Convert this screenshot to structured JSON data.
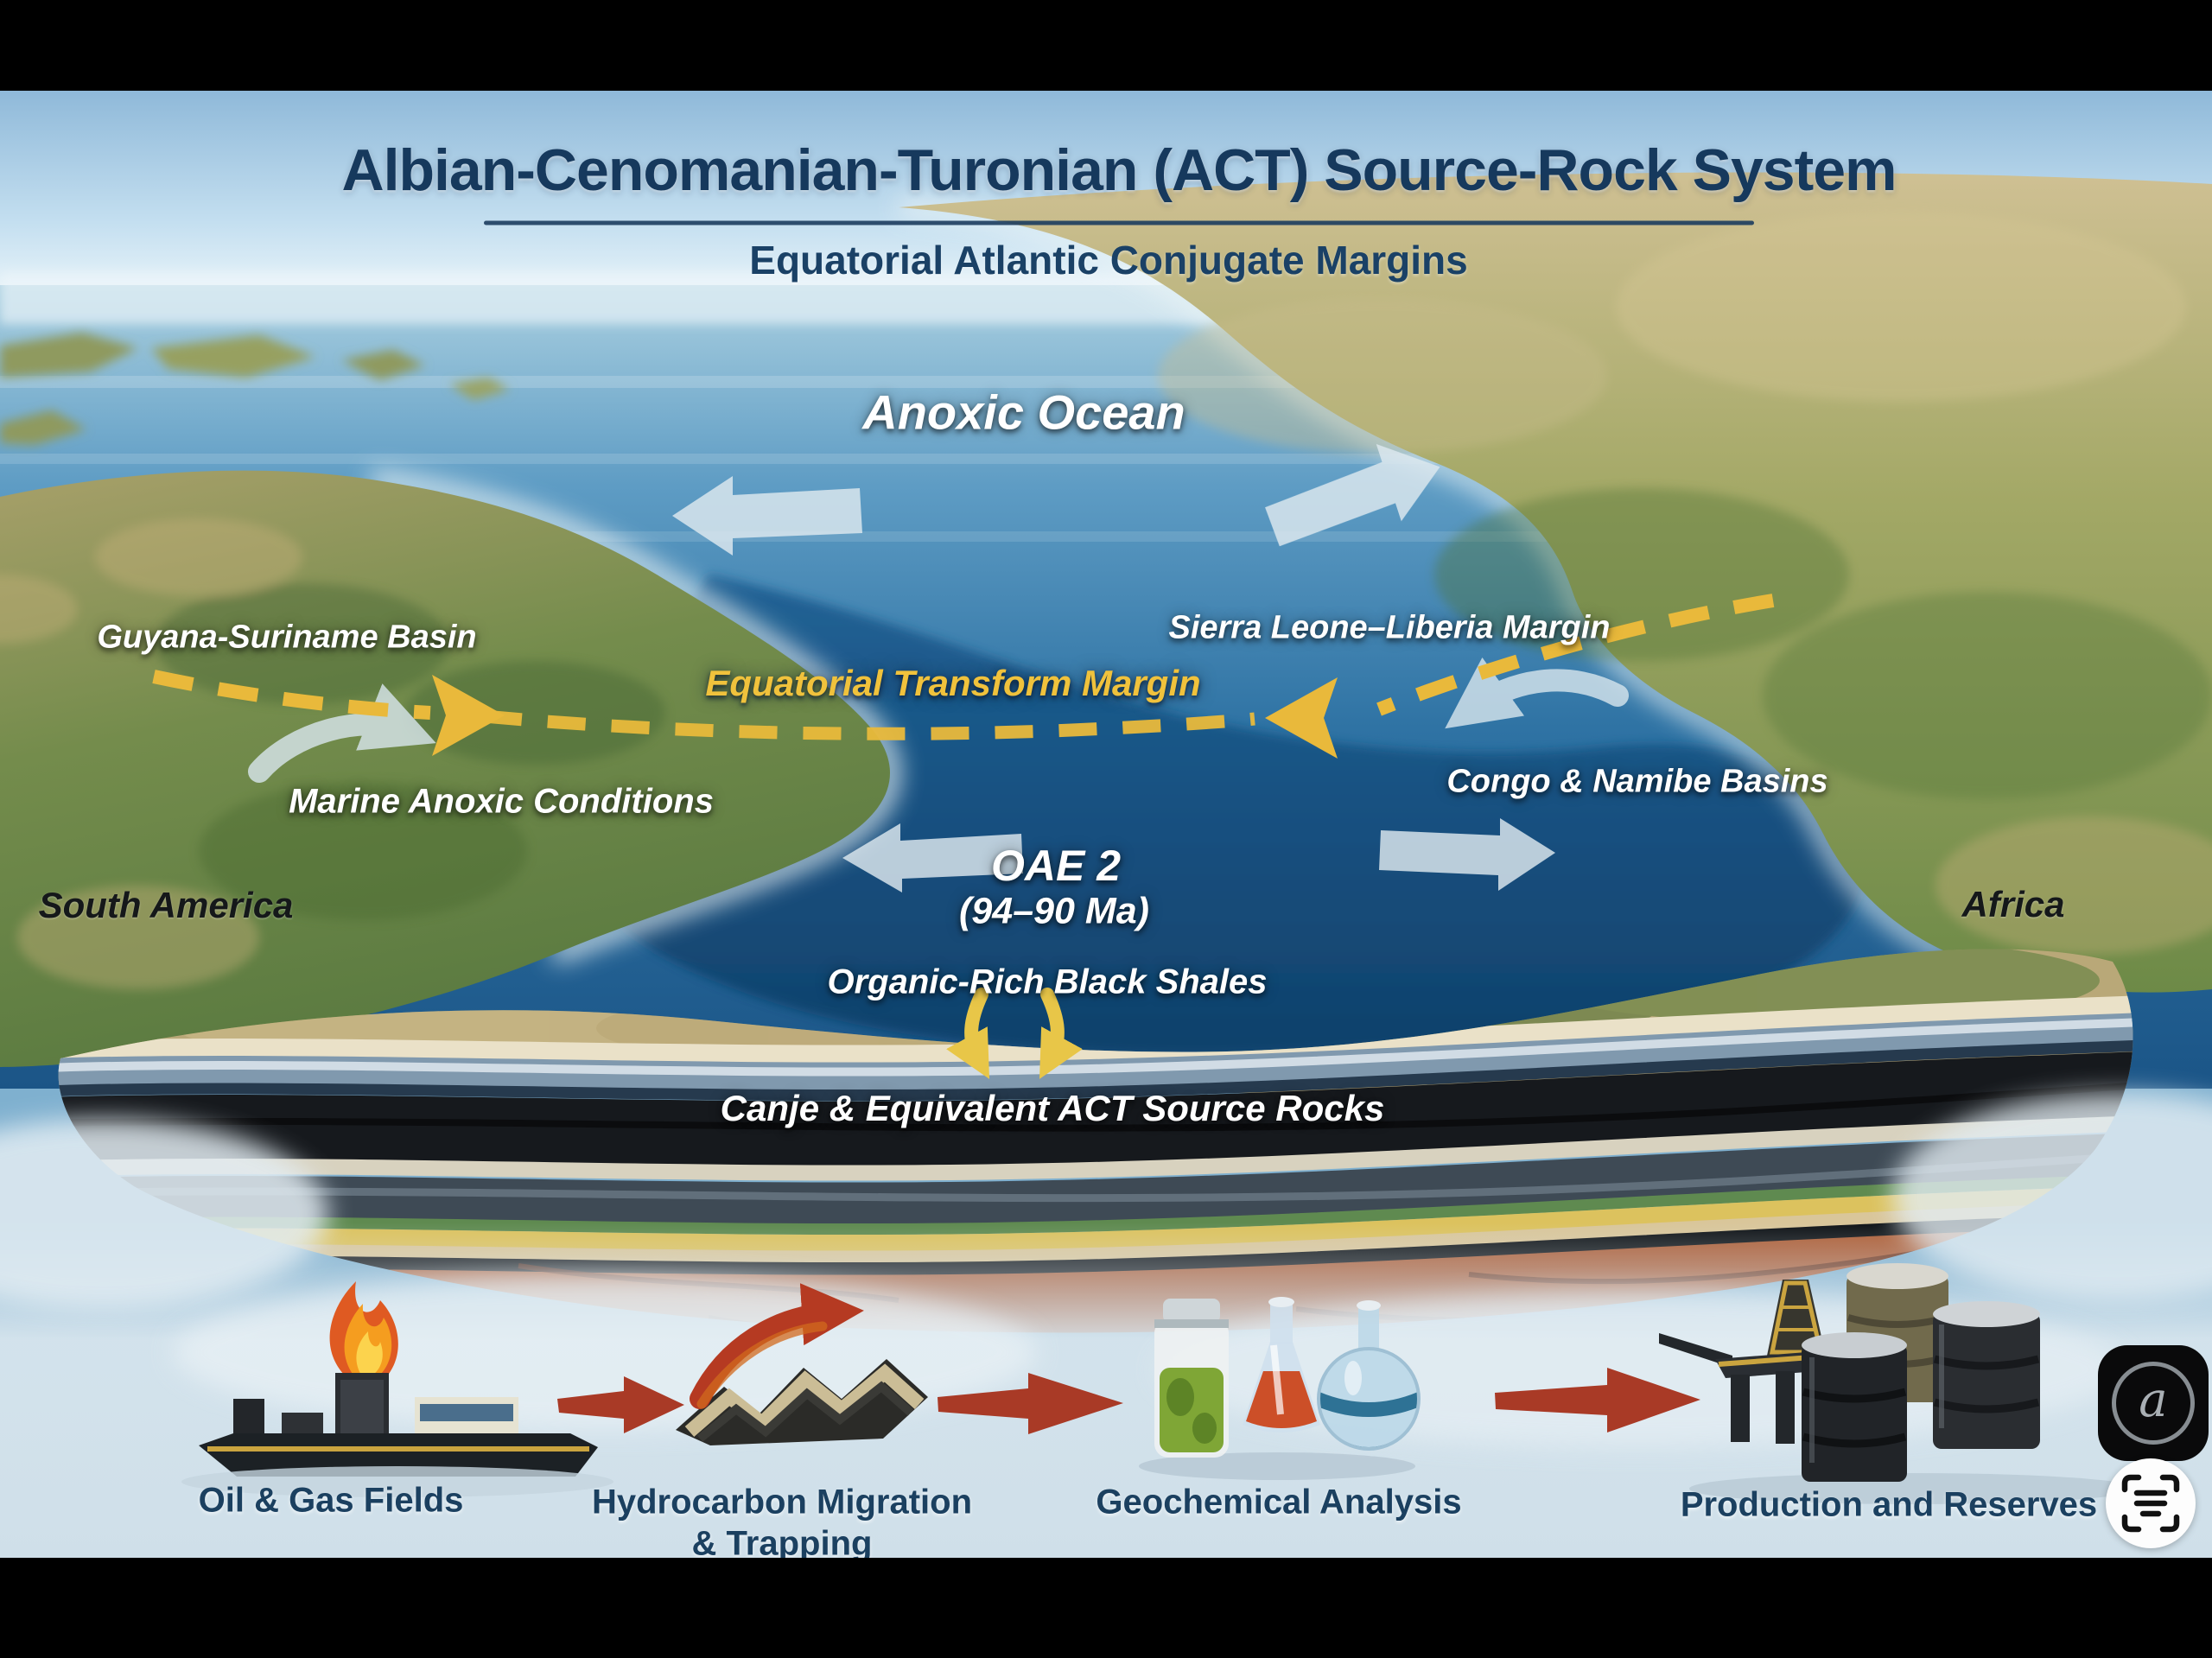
{
  "header": {
    "title": "Albian-Cenomanian-Turonian (ACT) Source-Rock System",
    "subtitle": "Equatorial Atlantic Conjugate Margins"
  },
  "map_labels": {
    "anoxic_ocean": "Anoxic Ocean",
    "guyana_suriname": "Guyana-Suriname Basin",
    "sierra_leone_liberia": "Sierra Leone–Liberia Margin",
    "equatorial_transform": "Equatorial Transform Margin",
    "marine_anoxic": "Marine Anoxic Conditions",
    "congo_namibe": "Congo & Namibe Basins",
    "oae2": "OAE 2",
    "oae2_age": "(94–90 Ma)",
    "south_america": "South America",
    "africa": "Africa",
    "black_shales": "Organic-Rich Black Shales",
    "canje_source_rocks": "Canje & Equivalent ACT Source Rocks"
  },
  "process_flow": {
    "steps": [
      {
        "label": "Oil & Gas Fields",
        "icon": "fpso-ship-flame-icon"
      },
      {
        "label_line1": "Hydrocarbon Migration",
        "label_line2": "& Trapping",
        "icon": "anticline-trap-icon"
      },
      {
        "label": "Geochemical Analysis",
        "icon": "lab-flasks-icon"
      },
      {
        "label": "Production and Reserves",
        "icon": "oil-rig-barrels-icon"
      }
    ]
  },
  "overlay_controls": {
    "translate_button": "circled-a-icon",
    "live_text_button": "live-text-scan-icon"
  },
  "colors": {
    "title_navy": "#16395d",
    "transform_yellow": "#e9b93b",
    "flow_arrow_red": "#a93a26",
    "ocean_deep": "#1b5587",
    "land_green": "#6d8a47",
    "black_shale": "#16191d"
  }
}
